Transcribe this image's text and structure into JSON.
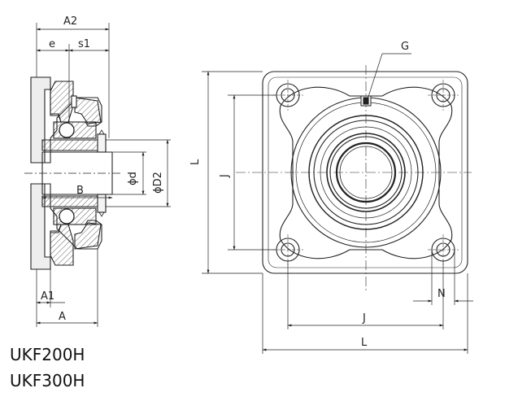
{
  "models": [
    "UKF200H",
    "UKF300H"
  ],
  "dimension_labels": {
    "A2": "A2",
    "e": "e",
    "s1": "s1",
    "G": "G",
    "L_vertical": "L",
    "J_vertical": "J",
    "d": "ϕd",
    "D2": "ϕD2",
    "B": "B",
    "A1": "A1",
    "A": "A",
    "N": "N",
    "J_horizontal": "J",
    "L_horizontal": "L"
  }
}
